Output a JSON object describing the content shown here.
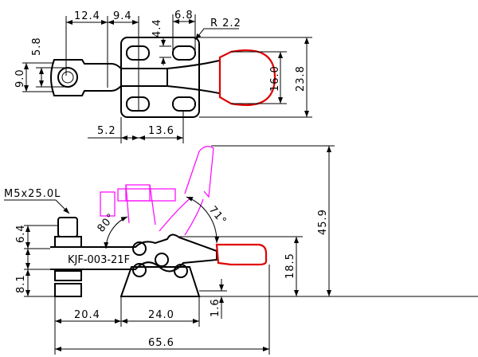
{
  "part_number": "KJF-003-21F",
  "bolt_spec": "M5x25.0L",
  "top_view": {
    "dims": {
      "d12_4": "12.4",
      "d9_4": "9.4",
      "d6_8": "6.8",
      "d4_4": "4.4",
      "r2_2": "R 2.2",
      "d5_8": "5.8",
      "d9_0": "9.0",
      "d16_0": "16.0",
      "d23_8": "23.8",
      "d5_2": "5.2",
      "d13_6": "13.6"
    }
  },
  "side_view": {
    "dims": {
      "d6_4": "6.4",
      "d8_1": "8.1",
      "d18_5": "18.5",
      "d45_9": "45.9",
      "d1_6": "1.6",
      "d20_4": "20.4",
      "d24_0": "24.0",
      "d65_6": "65.6",
      "a80": "80°",
      "a71": "71°"
    }
  },
  "colors": {
    "handle": "#e00000",
    "open_position": "#ff00ff",
    "lines": "#000000"
  }
}
